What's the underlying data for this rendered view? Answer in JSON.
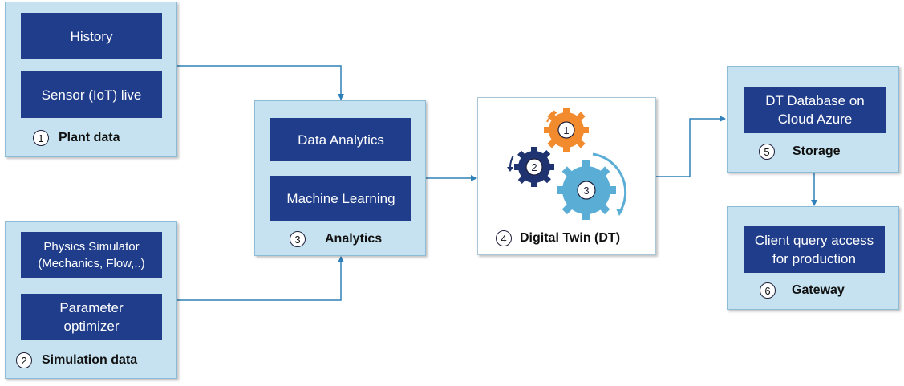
{
  "plant": {
    "history": "History",
    "sensor": "Sensor (IoT) live",
    "num": "1",
    "label": "Plant data"
  },
  "simulation": {
    "physics": "Physics Simulator (Mechanics, Flow,..)",
    "param": "Parameter optimizer",
    "num": "2",
    "label": "Simulation data"
  },
  "analytics": {
    "data_analytics": "Data Analytics",
    "ml": "Machine Learning",
    "num": "3",
    "label": "Analytics"
  },
  "digital_twin": {
    "num": "4",
    "label": "Digital Twin (DT)",
    "gears": [
      "1",
      "2",
      "3"
    ]
  },
  "storage": {
    "db": "DT Database on Cloud Azure",
    "num": "5",
    "label": "Storage"
  },
  "gateway": {
    "client": "Client query access for production",
    "num": "6",
    "label": "Gateway"
  },
  "colors": {
    "panel": "#c6e2f0",
    "inner": "#1f3d8a",
    "arrow": "#2f80b8",
    "gear_orange": "#f28a2e",
    "gear_navy": "#1f3370",
    "gear_blue": "#5aaed6"
  }
}
